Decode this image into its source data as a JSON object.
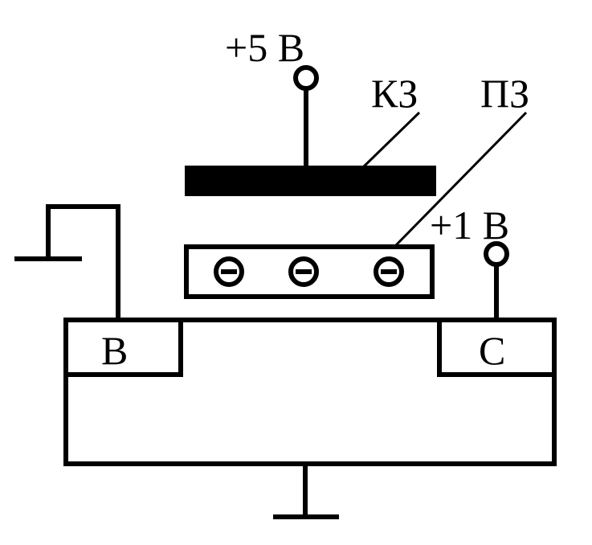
{
  "diagram": {
    "labels": {
      "gate_voltage": "+5 В",
      "gate_name": "КЗ",
      "channel_name": "ПЗ",
      "drain_voltage": "+1 В",
      "source": "В",
      "drain": "С"
    },
    "charges": [
      "⊖",
      "⊖",
      "⊖"
    ],
    "colors": {
      "ink": "#000000",
      "background": "#ffffff"
    }
  }
}
